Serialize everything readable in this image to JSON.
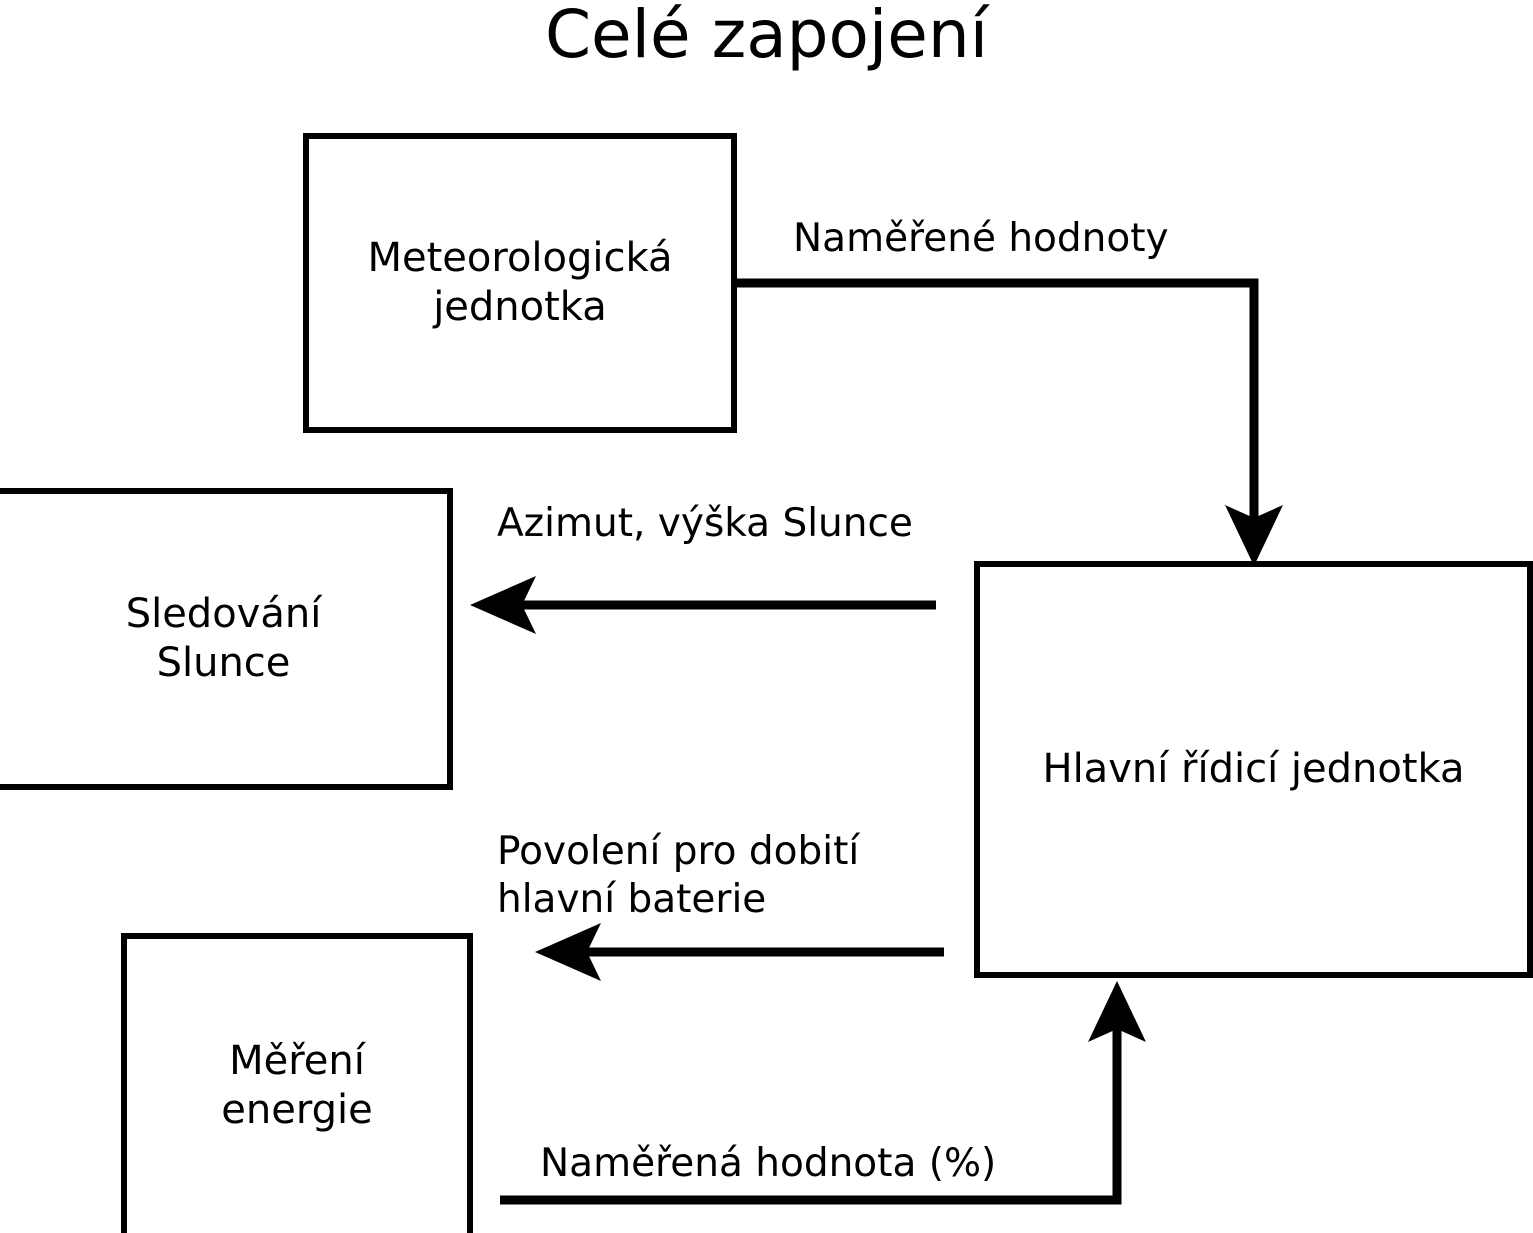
{
  "diagram": {
    "title": "Celé zapojení",
    "background_color": "#ffffff",
    "stroke_color": "#000000",
    "nodes": [
      {
        "id": "meteo",
        "label": "Meteorologická\njednotka"
      },
      {
        "id": "sun",
        "label": "Sledování\nSlunce"
      },
      {
        "id": "main",
        "label": "Hlavní řídicí jednotka"
      },
      {
        "id": "energy",
        "label": "Měření\nenergie"
      }
    ],
    "edges": [
      {
        "id": "meteo-to-main",
        "label": "Naměřené hodnoty",
        "from": "meteo",
        "to": "main"
      },
      {
        "id": "main-to-sun",
        "label": "Azimut, výška Slunce",
        "from": "main",
        "to": "sun"
      },
      {
        "id": "main-to-energy",
        "label": "Povolení pro dobití\nhlavní baterie",
        "from": "main",
        "to": "energy"
      },
      {
        "id": "energy-to-main",
        "label": "Naměřená hodnota (%)",
        "from": "energy",
        "to": "main"
      }
    ]
  }
}
